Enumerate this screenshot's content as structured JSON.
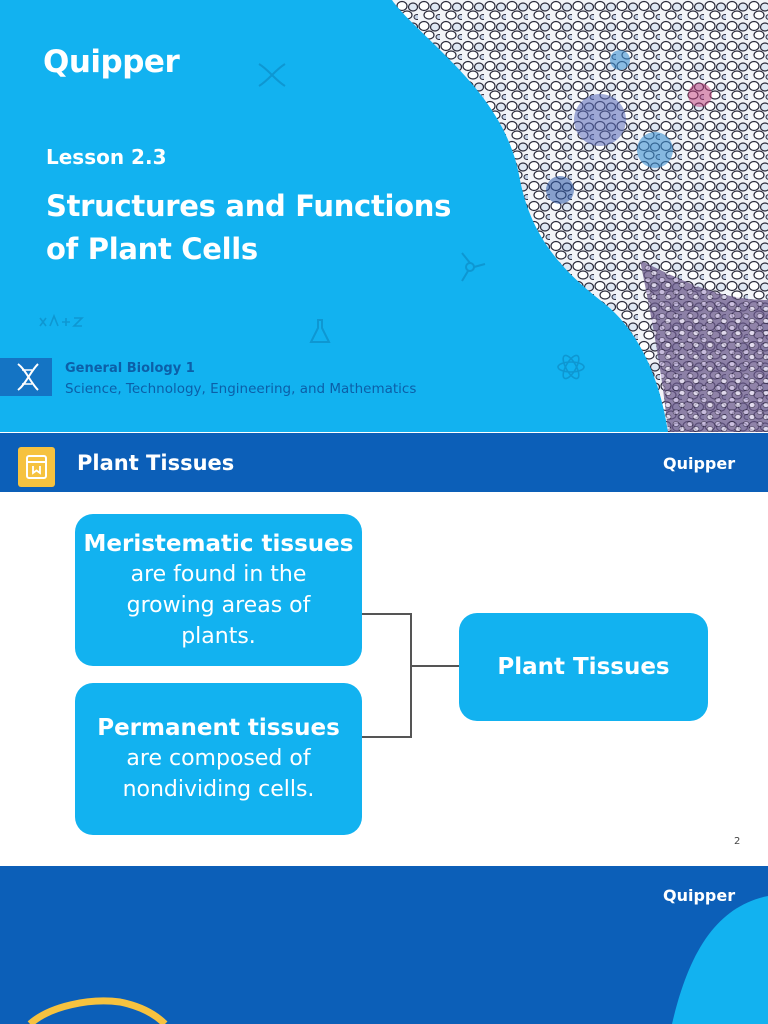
{
  "slide1": {
    "logo": "Quipper",
    "lesson": "Lesson 2.3",
    "title_line1": "Structures and Functions",
    "title_line2": "of Plant Cells",
    "subject": "General Biology 1",
    "strand": "Science, Technology, Engineering, and Mathematics"
  },
  "slide2": {
    "title": "Plant Tissues",
    "logo": "Quipper",
    "boxes": [
      {
        "heading": "Meristematic tissues",
        "body_line1": "are found in the",
        "body_line2": "growing areas of",
        "body_line3": "plants."
      },
      {
        "heading": "Permanent tissues",
        "body_line1": "are composed of",
        "body_line2": "nondividing cells."
      },
      {
        "heading": "Plant Tissues"
      }
    ],
    "page_number": "2"
  },
  "slide3": {
    "logo": "Quipper"
  },
  "colors": {
    "cover_blue": "#12b2f0",
    "header_blue": "#0c5fb8",
    "accent_yellow": "#f6c23f",
    "connector": "#555555"
  },
  "icons": [
    "dna-icon",
    "flask-icon",
    "molecule-icon",
    "atom-icon",
    "formula-icon",
    "book-icon"
  ]
}
